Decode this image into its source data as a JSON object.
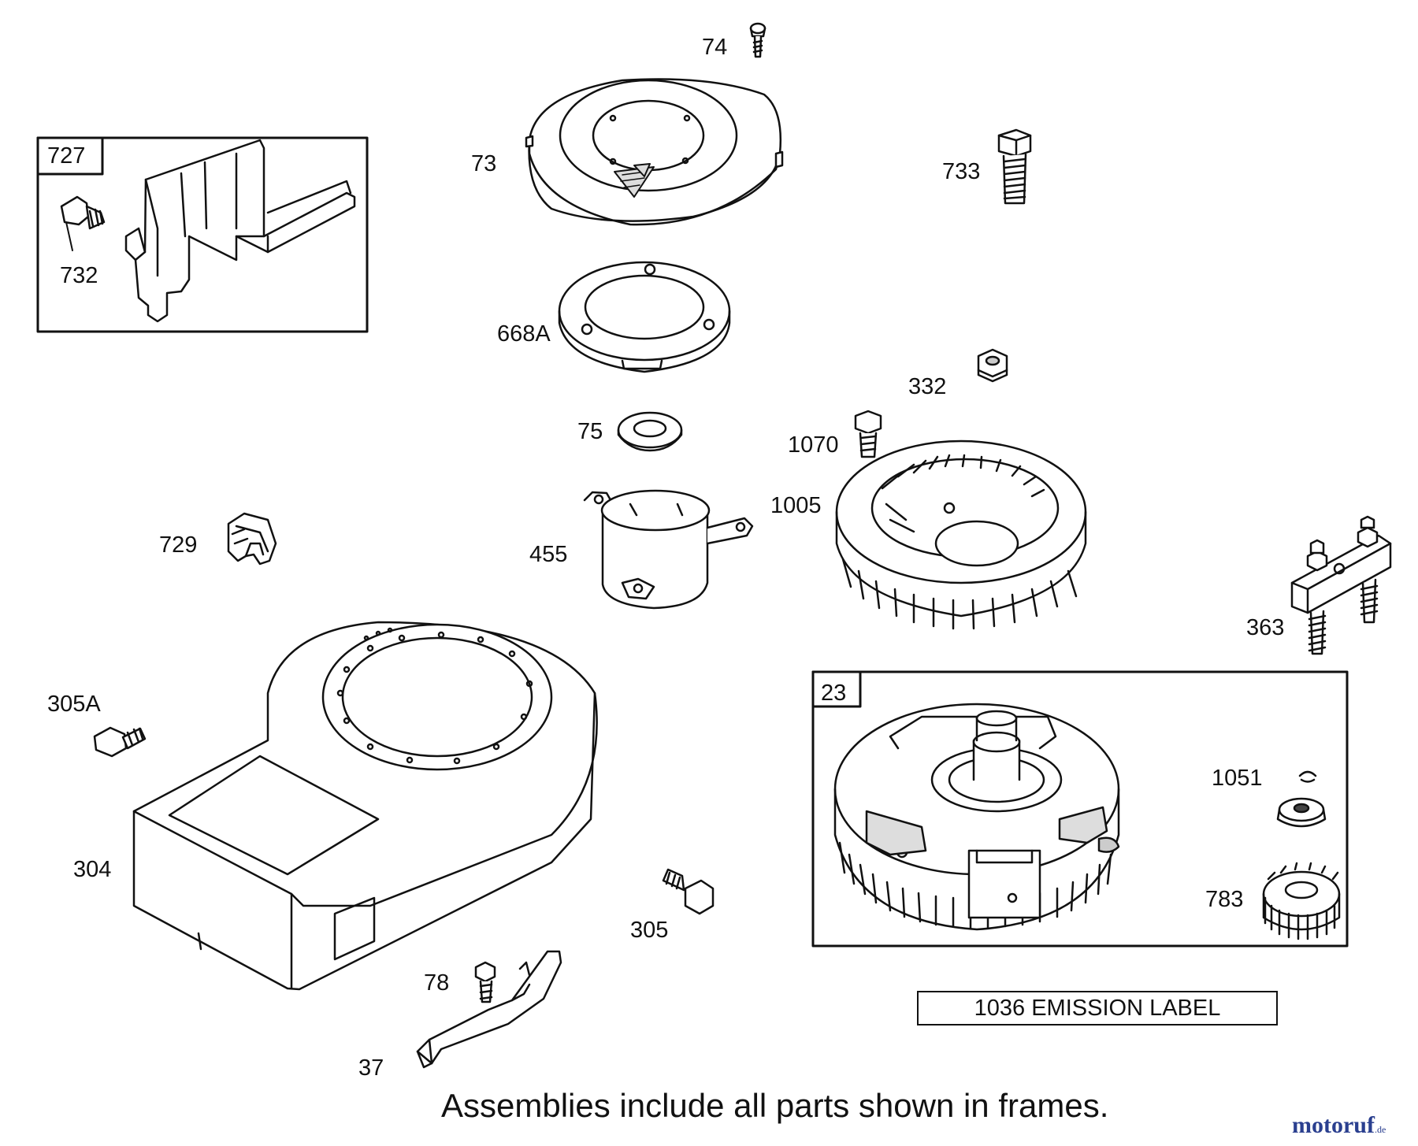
{
  "part_labels": {
    "p74": "74",
    "p73": "73",
    "p733": "733",
    "p727": "727",
    "p732": "732",
    "p668a": "668A",
    "p332": "332",
    "p75": "75",
    "p1070": "1070",
    "p1005": "1005",
    "p729": "729",
    "p455": "455",
    "p363": "363",
    "p305a": "305A",
    "p23": "23",
    "p1051": "1051",
    "p304": "304",
    "p783": "783",
    "p305": "305",
    "p78": "78",
    "p37": "37"
  },
  "emission_label": "1036 EMISSION LABEL",
  "footnote": "Assemblies include all parts shown in frames.",
  "watermark": {
    "main": "motoruf",
    "suffix": ".de",
    "colors": {
      "primary": "#2a3f8f",
      "accent": "#d98a1c"
    }
  },
  "colors": {
    "line": "#111111",
    "fill": "#ffffff",
    "shade": "#d8d8d8"
  }
}
